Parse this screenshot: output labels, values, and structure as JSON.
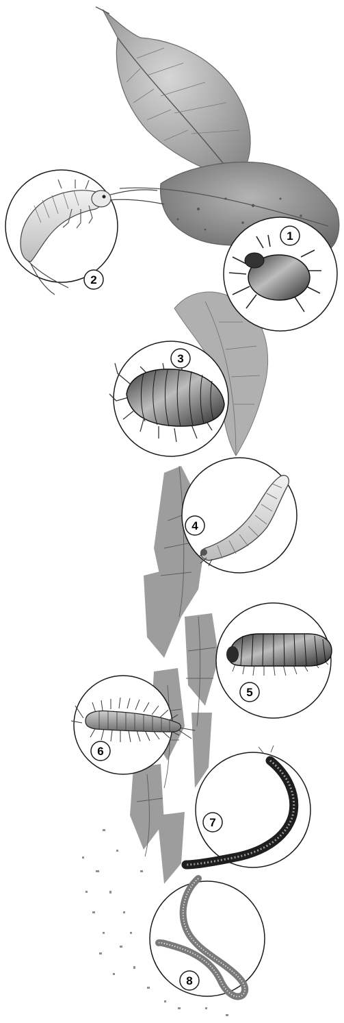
{
  "figure": {
    "specimens": [
      {
        "number": "1",
        "icon": "mite-icon"
      },
      {
        "number": "2",
        "icon": "springtail-icon"
      },
      {
        "number": "3",
        "icon": "woodlouse-icon"
      },
      {
        "number": "4",
        "icon": "insect-larva-icon"
      },
      {
        "number": "5",
        "icon": "millipede-icon"
      },
      {
        "number": "6",
        "icon": "centipede-icon"
      },
      {
        "number": "7",
        "icon": "long-millipede-icon"
      },
      {
        "number": "8",
        "icon": "earthworm-icon"
      }
    ],
    "colors": {
      "ink": "#1a1a1a",
      "leaf": "#9a9a9a",
      "leaf_dark": "#6e6e6e",
      "litter": "#8c8c8c"
    }
  }
}
